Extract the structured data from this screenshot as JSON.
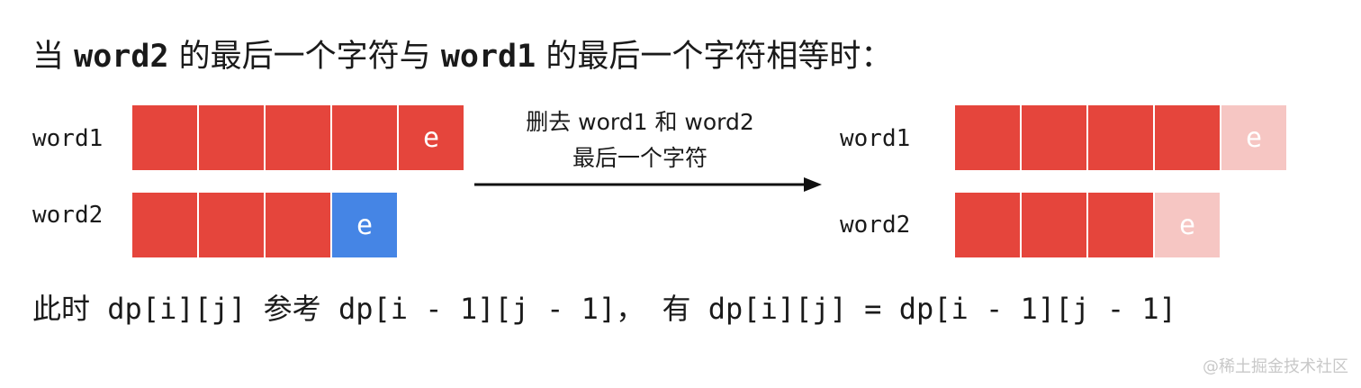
{
  "title": {
    "part1": "当",
    "code1": "word2",
    "part2": "的最后一个字符与",
    "code2": "word1",
    "part3": "的最后一个字符相等时："
  },
  "before": {
    "word1_label": "word1",
    "word2_label": "word2",
    "word1_cells": [
      "",
      "",
      "",
      "",
      "e"
    ],
    "word2_cells": [
      "",
      "",
      "",
      "e"
    ]
  },
  "arrow": {
    "caption_line1": "删去 word1 和 word2",
    "caption_line2": "最后一个字符"
  },
  "after": {
    "word1_label": "word1",
    "word2_label": "word2",
    "word1_cells": [
      "",
      "",
      "",
      "",
      "e"
    ],
    "word2_cells": [
      "",
      "",
      "",
      "e"
    ]
  },
  "footer": {
    "prefix": "此时",
    "expr1": "dp[i][j]",
    "mid": "参考",
    "expr2": "dp[i - 1][j - 1]，",
    "mid2": "有",
    "expr3": "dp[i][j] = dp[i - 1][j - 1]"
  },
  "watermark": "@稀土掘金技术社区",
  "colors": {
    "cell_red": "#e5453c",
    "cell_blue": "#4585e5",
    "cell_faded": "#f6c6c3"
  }
}
